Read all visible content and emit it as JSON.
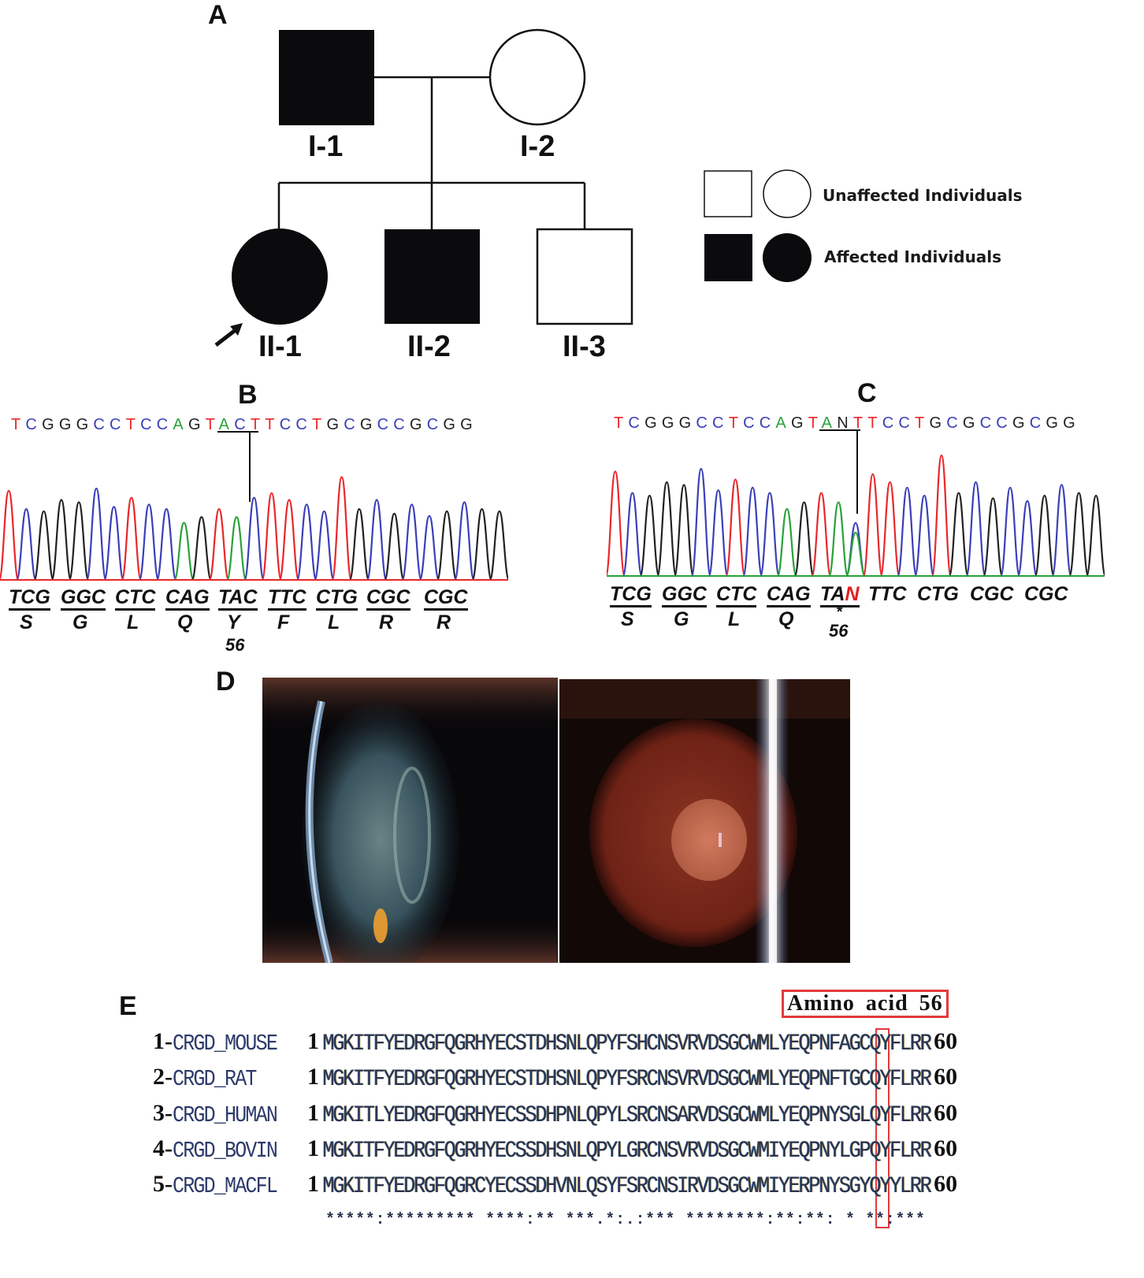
{
  "panels": {
    "a": "A",
    "b": "B",
    "c": "C",
    "d": "D",
    "e": "E"
  },
  "pedigree": {
    "individuals": [
      {
        "id": "I-1",
        "sex": "male",
        "affected": true
      },
      {
        "id": "I-2",
        "sex": "female",
        "affected": false
      },
      {
        "id": "II-1",
        "sex": "female",
        "affected": true,
        "proband": true
      },
      {
        "id": "II-2",
        "sex": "male",
        "affected": true
      },
      {
        "id": "II-3",
        "sex": "male",
        "affected": false
      }
    ],
    "legend": {
      "unaffected": "Unaffected Individuals",
      "affected": "Affected Individuals"
    },
    "colors": {
      "affected": "#0b0b0d",
      "unaffected": "#ffffff"
    }
  },
  "chromatogram_b": {
    "sequence": "TCGGGCCTCCAGTACTTCCTGCGCCGCGG",
    "highlight_codon": "TAC",
    "codons": [
      "TCG",
      "GGC",
      "CTC",
      "CAG",
      "TAC",
      "TTC",
      "CTG",
      "CGC",
      "CGC"
    ],
    "amino_acids": [
      "S",
      "G",
      "L",
      "Q",
      "Y",
      "F",
      "L",
      "R",
      "R"
    ],
    "position_label": "56"
  },
  "chromatogram_c": {
    "sequence": "TCGGGCCTCCAGTANTTCCTGCGCCGCGG",
    "highlight_codon": "TAN",
    "codons": [
      {
        "prefix": "TCG",
        "mut": "",
        "underlined": true
      },
      {
        "prefix": "GGC",
        "mut": "",
        "underlined": true
      },
      {
        "prefix": "CTC",
        "mut": "",
        "underlined": true
      },
      {
        "prefix": "CAG",
        "mut": "",
        "underlined": true
      },
      {
        "prefix": "TA",
        "mut": "N",
        "underlined": true
      },
      {
        "prefix": "TTC",
        "mut": "",
        "underlined": false
      },
      {
        "prefix": "CTG",
        "mut": "",
        "underlined": false
      },
      {
        "prefix": "CGC",
        "mut": "",
        "underlined": false
      },
      {
        "prefix": "CGC",
        "mut": "",
        "underlined": false
      }
    ],
    "amino_acids": [
      "S",
      "G",
      "L",
      "Q",
      "*"
    ],
    "position_label": "56",
    "mutation_color": "#e02020"
  },
  "base_colors": {
    "A": "#2aa23a",
    "C": "#3b3fb8",
    "G": "#222222",
    "T": "#e8282b"
  },
  "alignment": {
    "highlight_label": "Amino acid 56",
    "highlight_color": "#e23a3a",
    "rows": [
      {
        "num": "1-",
        "name": "CRGD_MOUSE",
        "start": "1",
        "seq": "MGKITFYEDRGFQGRHYECSTDHSNLQPYFSHCNSVRVDSGCWMLYEQPNFAGCQYFLRR",
        "end": "60"
      },
      {
        "num": "2-",
        "name": "CRGD_RAT",
        "start": "1",
        "seq": "MGKITFYEDRGFQGRHYECSTDHSNLQPYFSRCNSVRVDSGCWMLYEQPNFTGCQYFLRR",
        "end": "60"
      },
      {
        "num": "3-",
        "name": "CRGD_HUMAN",
        "start": "1",
        "seq": "MGKITLYEDRGFQGRHYECSSDHPNLQPYLSRCNSARVDSGCWMLYEQPNYSGLQYFLRR",
        "end": "60"
      },
      {
        "num": "4-",
        "name": "CRGD_BOVIN",
        "start": "1",
        "seq": "MGKITFYEDRGFQGRHYECSSDHSNLQPYLGRCNSVRVDSGCWMIYEQPNYLGPQYFLRR",
        "end": "60"
      },
      {
        "num": "5-",
        "name": "CRGD_MACFL",
        "start": "1",
        "seq": "MGKITFYEDRGFQGRCYECSSDHVNLQSYFSRCNSIRVDSGCWMIYERPNYSGYQYYLRR",
        "end": "60"
      }
    ],
    "conservation": "*****:********* ****:** ***.*:.:*** ********:**:**: * **:***"
  }
}
